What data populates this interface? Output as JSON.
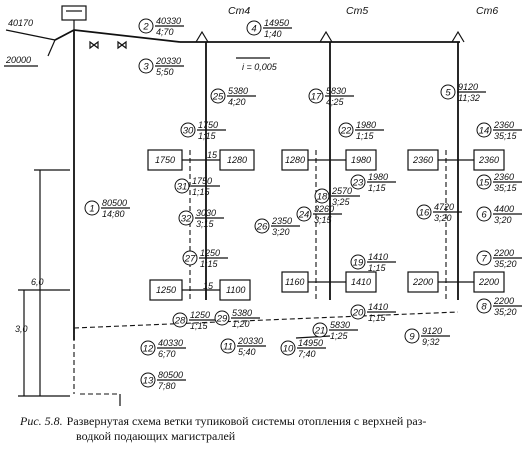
{
  "stoyaki": [
    "Ст4",
    "Ст5",
    "Ст6"
  ],
  "main_supply": {
    "left_load": "40170",
    "ground_load": "20000",
    "slope": "i = 0,005"
  },
  "radiators": [
    "1750",
    "1280",
    "1280",
    "1980",
    "2360",
    "2360",
    "1250",
    "1100",
    "1160",
    "1410",
    "2200",
    "2200"
  ],
  "sections": [
    {
      "no": "1",
      "load": "80500",
      "spec": "14;80"
    },
    {
      "no": "2",
      "load": "40330",
      "spec": "4;70"
    },
    {
      "no": "3",
      "load": "20330",
      "spec": "5;50"
    },
    {
      "no": "4",
      "load": "14950",
      "spec": "1;40"
    },
    {
      "no": "5",
      "load": "9120",
      "spec": "11;32"
    },
    {
      "no": "6",
      "load": "4400",
      "spec": "3;20"
    },
    {
      "no": "7",
      "load": "2200",
      "spec": "35;20"
    },
    {
      "no": "8",
      "load": "2200",
      "spec": "35;20"
    },
    {
      "no": "9",
      "load": "9120",
      "spec": "9;32"
    },
    {
      "no": "10",
      "load": "14950",
      "spec": "7;40"
    },
    {
      "no": "11",
      "load": "20330",
      "spec": "5;40"
    },
    {
      "no": "12",
      "load": "40330",
      "spec": "6;70"
    },
    {
      "no": "13",
      "load": "80500",
      "spec": "7;80"
    },
    {
      "no": "14",
      "load": "2360",
      "spec": "35;15"
    },
    {
      "no": "15",
      "load": "2360",
      "spec": "35;15"
    },
    {
      "no": "16",
      "load": "4720",
      "spec": "3;20"
    },
    {
      "no": "17",
      "load": "5830",
      "spec": "4;25"
    },
    {
      "no": "18",
      "load": "2570",
      "spec": "3;25"
    },
    {
      "no": "19",
      "load": "1410",
      "spec": "1;15"
    },
    {
      "no": "20",
      "load": "1410",
      "spec": "1;15"
    },
    {
      "no": "21",
      "load": "5830",
      "spec": "1;25"
    },
    {
      "no": "22",
      "load": "1980",
      "spec": "1;15"
    },
    {
      "no": "23",
      "load": "1980",
      "spec": "1;15"
    },
    {
      "no": "24",
      "load": "3260",
      "spec": "3;15"
    },
    {
      "no": "25",
      "load": "5380",
      "spec": "4;20"
    },
    {
      "no": "26",
      "load": "2350",
      "spec": "3;20"
    },
    {
      "no": "27",
      "load": "1250",
      "spec": "1;15"
    },
    {
      "no": "28",
      "load": "1250",
      "spec": "1;15"
    },
    {
      "no": "29",
      "load": "5380",
      "spec": "1;20"
    },
    {
      "no": "30",
      "load": "1750",
      "spec": "1;15"
    },
    {
      "no": "31",
      "load": "1750",
      "spec": "1;15"
    },
    {
      "no": "32",
      "load": "3030",
      "spec": "3;15"
    }
  ],
  "labels_small": [
    "15",
    "15"
  ],
  "elevations": {
    "upper": "6,0",
    "lower": "3,0"
  },
  "caption": {
    "fig": "Рис. 5.8.",
    "line1": "Развернутая схема ветки тупиковой системы отопления с верхней раз-",
    "line2": "водкой подающих магистралей"
  }
}
